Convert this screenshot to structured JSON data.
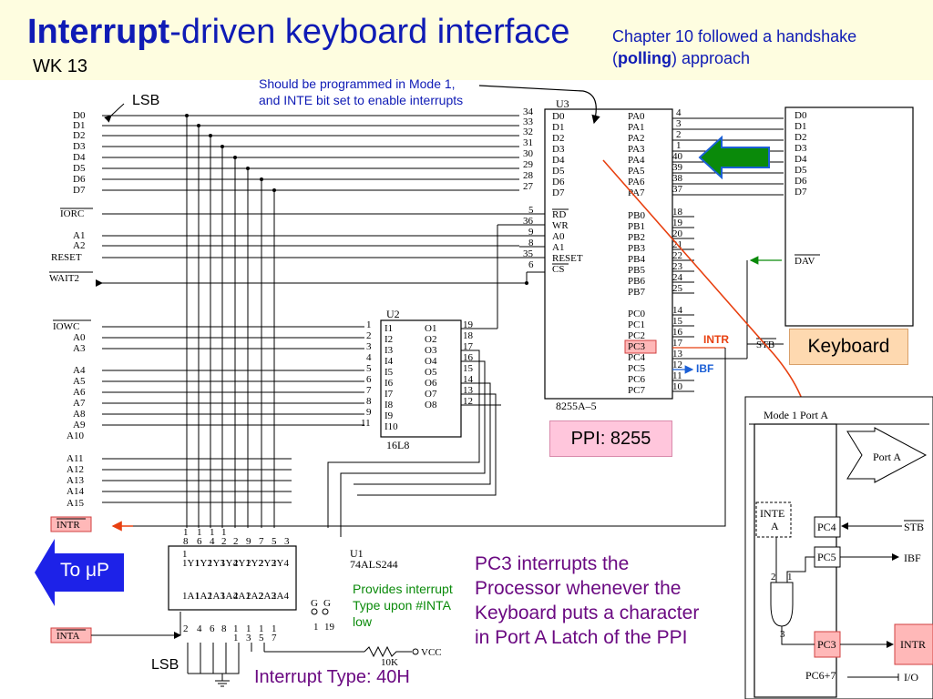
{
  "slide": {
    "title_bold": "Interrupt",
    "title_rest": "-driven keyboard interface",
    "week": "WK 13",
    "chapter_line1": "Chapter 10 followed a handshake",
    "chapter_open": "(",
    "chapter_polling": "polling",
    "chapter_close": ") approach",
    "mode_note_line1": "Should be programmed in Mode 1,",
    "mode_note_line2": "and INTE bit set to enable interrupts",
    "lsb_top": "LSB",
    "lsb_bottom": "LSB",
    "keyboard_label": "Keyboard",
    "ppi_label": "PPI: 8255",
    "to_up_label": "To μP",
    "provides_line1": "Provides interrupt",
    "provides_line2": "Type upon #INTA",
    "provides_line3": "low",
    "pc3_line1": "PC3 interrupts the",
    "pc3_line2": "Processor whenever the",
    "pc3_line3": "Keyboard puts a character",
    "pc3_line4": "in Port A Latch of the PPI",
    "interrupt_type": "Interrupt Type: 40H",
    "intr_tag": "INTR",
    "ibf_tag": "IBF"
  },
  "colors": {
    "title_blue": "#0f1bb5",
    "purple": "#6b0a82",
    "green_text": "#0a8a0a",
    "red_arrow": "#e84010",
    "blue_arrow": "#1b5fd6",
    "header_band": "#fefde0"
  },
  "schematic": {
    "left_bus": [
      "D0",
      "D1",
      "D2",
      "D3",
      "D4",
      "D5",
      "D6",
      "D7"
    ],
    "left_ctrl": [
      "IORC",
      "A1",
      "A2",
      "RESET",
      "WAIT2"
    ],
    "left_addr": [
      "IOWC",
      "A0",
      "A3",
      "A4",
      "A5",
      "A6",
      "A7",
      "A8",
      "A9",
      "A10"
    ],
    "left_high": [
      "A11",
      "A12",
      "A13",
      "A14",
      "A15"
    ],
    "intr_box": "INTR",
    "inta_box": "INTA",
    "u3_name": "U3",
    "u3_part": "8255A–5",
    "u3_left_pins": [
      "D0",
      "D1",
      "D2",
      "D3",
      "D4",
      "D5",
      "D6",
      "D7"
    ],
    "u3_left_nums": [
      "34",
      "33",
      "32",
      "31",
      "30",
      "29",
      "28",
      "27"
    ],
    "u3_ctrl_pins": [
      "RD",
      "WR",
      "A0",
      "A1",
      "RESET",
      "CS"
    ],
    "u3_ctrl_nums": [
      "5",
      "36",
      "9",
      "8",
      "35",
      "6"
    ],
    "u3_pa_pins": [
      "PA0",
      "PA1",
      "PA2",
      "PA3",
      "PA4",
      "PA5",
      "PA6",
      "PA7"
    ],
    "u3_pa_nums": [
      "4",
      "3",
      "2",
      "1",
      "40",
      "39",
      "38",
      "37"
    ],
    "u3_pb_pins": [
      "PB0",
      "PB1",
      "PB2",
      "PB3",
      "PB4",
      "PB5",
      "PB6",
      "PB7"
    ],
    "u3_pb_nums": [
      "18",
      "19",
      "20",
      "21",
      "22",
      "23",
      "24",
      "25"
    ],
    "u3_pc_pins": [
      "PC0",
      "PC1",
      "PC2",
      "PC3",
      "PC4",
      "PC5",
      "PC6",
      "PC7"
    ],
    "u3_pc_nums": [
      "14",
      "15",
      "16",
      "17",
      "13",
      "12",
      "11",
      "10"
    ],
    "kb_pins": [
      "D0",
      "D1",
      "D2",
      "D3",
      "D4",
      "D5",
      "D6",
      "D7"
    ],
    "kb_dav": "DAV",
    "kb_stb": "STB",
    "u2_name": "U2",
    "u2_part": "16L8",
    "u2_inputs": [
      "I1",
      "I2",
      "I3",
      "I4",
      "I5",
      "I6",
      "I7",
      "I8",
      "I9",
      "I10"
    ],
    "u2_in_nums": [
      "1",
      "2",
      "3",
      "4",
      "5",
      "6",
      "7",
      "8",
      "9",
      "11"
    ],
    "u2_outputs": [
      "O1",
      "O2",
      "O3",
      "O4",
      "O5",
      "O6",
      "O7",
      "O8"
    ],
    "u2_out_nums": [
      "19",
      "18",
      "17",
      "16",
      "15",
      "14",
      "13",
      "12"
    ],
    "u1_name": "U1",
    "u1_part": "74ALS244",
    "u1_top_nums": [
      "1",
      "1",
      "1",
      "1",
      "2",
      "9",
      "7",
      "5",
      "3"
    ],
    "u1_top_nums2": [
      "8",
      "6",
      "4",
      "2"
    ],
    "u1_y": [
      "1Y1",
      "1Y2",
      "1Y3",
      "1Y4",
      "2Y1",
      "2Y2",
      "2Y3",
      "2Y4"
    ],
    "u1_a": [
      "1A1",
      "1A2",
      "1A3",
      "1A4",
      "2A1",
      "2A2",
      "2A3",
      "2A4"
    ],
    "u1_g": [
      "G",
      "G"
    ],
    "u1_g_nums": [
      "1",
      "19"
    ],
    "u1_bottom_nums": [
      "2",
      "4",
      "6",
      "8",
      "1",
      "1",
      "1",
      "1"
    ],
    "u1_bottom_nums2": [
      "1",
      "3",
      "5",
      "7"
    ],
    "vcc": "VCC",
    "resistor": "10K",
    "mode1_title": "Mode 1 Port A",
    "mode1_porta": "Port A",
    "mode1_inte": "INTE",
    "mode1_inte_a": "A",
    "mode1_pc4": "PC4",
    "mode1_pc5": "PC5",
    "mode1_pc3": "PC3",
    "mode1_stb": "STB",
    "mode1_ibf": "IBF",
    "mode1_intr": "INTR",
    "mode1_pc67": "PC6+7",
    "mode1_io": "I/O",
    "mode1_gate_2": "2",
    "mode1_gate_1": "1",
    "mode1_gate_3": "3"
  }
}
